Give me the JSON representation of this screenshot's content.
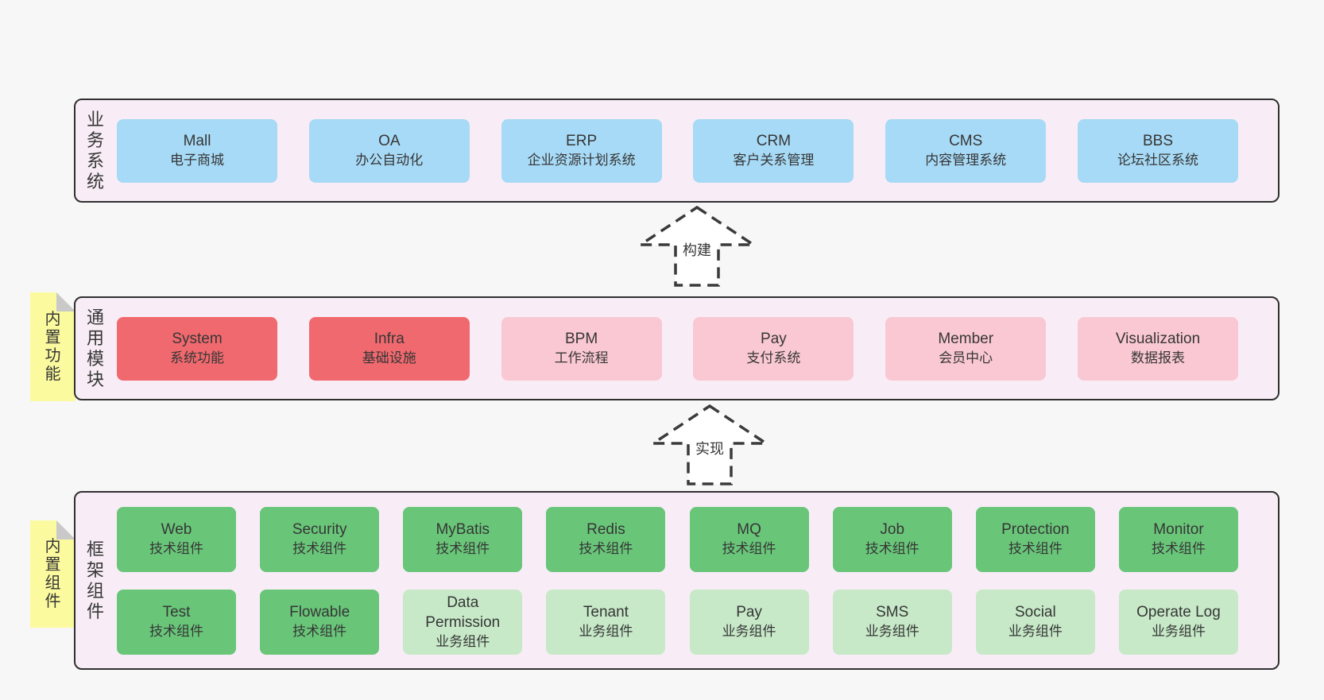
{
  "colors": {
    "page_bg": "#f7f7f7",
    "band_bg": "#f8edf6",
    "band_border": "#303030",
    "blue": "#a7daf6",
    "red": "#f0696e",
    "pink": "#fac8d2",
    "green": "#69c679",
    "green_light": "#c7e9c8",
    "sticky_yellow": "#fbfa9e",
    "fold_gray": "#c9c9c9",
    "text": "#363636"
  },
  "bands": [
    {
      "label": "业务系统",
      "items": [
        {
          "name": "Mall",
          "desc": "电子商城"
        },
        {
          "name": "OA",
          "desc": "办公自动化"
        },
        {
          "name": "ERP",
          "desc": "企业资源计划系统"
        },
        {
          "name": "CRM",
          "desc": "客户关系管理"
        },
        {
          "name": "CMS",
          "desc": "内容管理系统"
        },
        {
          "name": "BBS",
          "desc": "论坛社区系统"
        }
      ]
    },
    {
      "label": "通用模块",
      "sticky": "内置功能",
      "items": [
        {
          "name": "System",
          "desc": "系统功能"
        },
        {
          "name": "Infra",
          "desc": "基础设施"
        },
        {
          "name": "BPM",
          "desc": "工作流程"
        },
        {
          "name": "Pay",
          "desc": "支付系统"
        },
        {
          "name": "Member",
          "desc": "会员中心"
        },
        {
          "name": "Visualization",
          "desc": "数据报表"
        }
      ]
    },
    {
      "label": "框架组件",
      "sticky": "内置组件",
      "rows": [
        [
          {
            "name": "Web",
            "desc": "技术组件"
          },
          {
            "name": "Security",
            "desc": "技术组件"
          },
          {
            "name": "MyBatis",
            "desc": "技术组件"
          },
          {
            "name": "Redis",
            "desc": "技术组件"
          },
          {
            "name": "MQ",
            "desc": "技术组件"
          },
          {
            "name": "Job",
            "desc": "技术组件"
          },
          {
            "name": "Protection",
            "desc": "技术组件"
          },
          {
            "name": "Monitor",
            "desc": "技术组件"
          }
        ],
        [
          {
            "name": "Test",
            "desc": "技术组件"
          },
          {
            "name": "Flowable",
            "desc": "技术组件"
          },
          {
            "name": "Data Permission",
            "desc": "业务组件"
          },
          {
            "name": "Tenant",
            "desc": "业务组件"
          },
          {
            "name": "Pay",
            "desc": "业务组件"
          },
          {
            "name": "SMS",
            "desc": "业务组件"
          },
          {
            "name": "Social",
            "desc": "业务组件"
          },
          {
            "name": "Operate Log",
            "desc": "业务组件"
          }
        ]
      ]
    }
  ],
  "arrows": [
    {
      "label": "构建"
    },
    {
      "label": "实现"
    }
  ]
}
